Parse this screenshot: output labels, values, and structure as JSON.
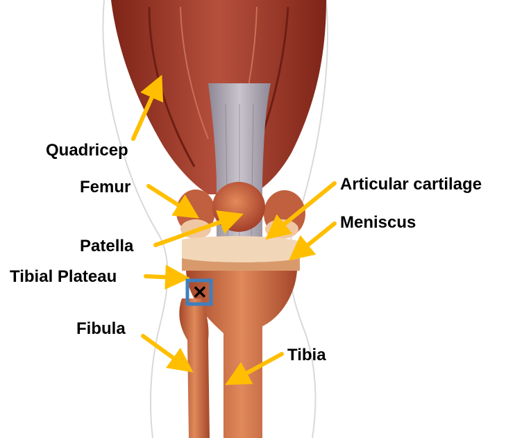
{
  "labels": {
    "quadricep": "Quadricep",
    "femur": "Femur",
    "patella": "Patella",
    "tibial_plateau": "Tibial Plateau",
    "fibula": "Fibula",
    "articular_cartilage": "Articular cartilage",
    "meniscus": "Meniscus",
    "tibia": "Tibia"
  },
  "colors": {
    "arrow": "#FFBF00",
    "muscle": "#A83E2F",
    "tendon": "#A9A3AE",
    "bone": "#C8623C",
    "marker_border": "#3F7FBF"
  },
  "marker": {
    "symbol": "✕"
  }
}
